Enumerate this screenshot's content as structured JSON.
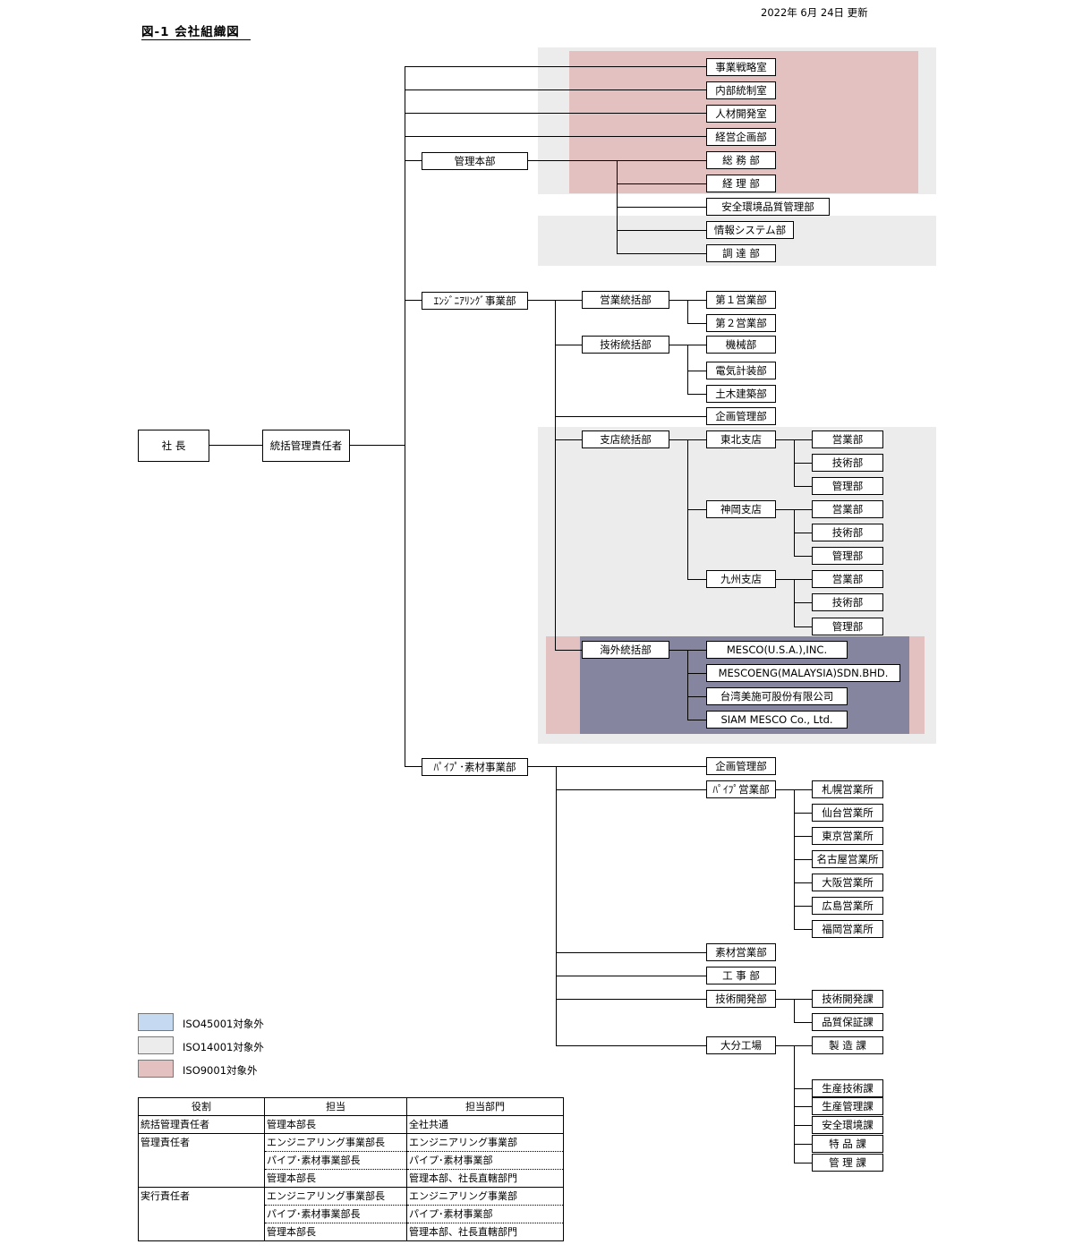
{
  "header": {
    "title": "図-1 会社組織図",
    "updated": "2022年 6月 24日 更新"
  },
  "colors": {
    "iso45001_excluded": "#c5d9f1",
    "iso14001_excluded": "#ececec",
    "iso9001_excluded": "#e4c1c1",
    "overseas_inner": "#8585a0"
  },
  "org": {
    "president": "社 長",
    "general_manager": "統括管理責任者",
    "corporate_staff": {
      "strategy": "事業戦略室",
      "internal_control": "内部統制室",
      "hr_development": "人材開発室",
      "planning": "経営企画部"
    },
    "admin": {
      "name": "管理本部",
      "general_affairs": "総 務 部",
      "accounting": "経 理 部",
      "safety_env_quality": "安全環境品質管理部",
      "info_systems": "情報システム部",
      "procurement": "調 達 部"
    },
    "engineering": {
      "name": "ｴﾝｼﾞﾆｱﾘﾝｸﾞ事業部",
      "sales_hq": "営業統括部",
      "sales_1": "第１営業部",
      "sales_2": "第２営業部",
      "tech_hq": "技術統括部",
      "mechanical": "機械部",
      "electrical": "電気計装部",
      "civil": "土木建築部",
      "planning_mgmt": "企画管理部",
      "branch_hq": "支店統括部",
      "tohoku": "東北支店",
      "kobe": "神岡支店",
      "kyushu": "九州支店",
      "branch_sales": "営業部",
      "branch_tech": "技術部",
      "branch_admin": "管理部",
      "overseas_hq": "海外統括部",
      "usa": "MESCO(U.S.A.),INC.",
      "malaysia": "MESCOENG(MALAYSIA)SDN.BHD.",
      "taiwan": "台湾美施可股份有限公司",
      "siam": "SIAM MESCO Co., Ltd."
    },
    "pipe": {
      "name": "ﾊﾟｲﾌﾟ･素材事業部",
      "planning_mgmt": "企画管理部",
      "pipe_sales": "ﾊﾟｲﾌﾟ営業部",
      "offices": [
        "札幌営業所",
        "仙台営業所",
        "東京営業所",
        "名古屋営業所",
        "大阪営業所",
        "広島営業所",
        "福岡営業所"
      ],
      "material_sales": "素材営業部",
      "construction": "工 事 部",
      "tech_dev": "技術開発部",
      "tech_dev_section": "技術開発課",
      "qa_section": "品質保証課",
      "oita_plant": "大分工場",
      "manufacturing": "製 造 課",
      "plant_sections": [
        "生産技術課",
        "生産管理課",
        "安全環境課",
        "特 品 課",
        "管 理 課"
      ]
    }
  },
  "legend": [
    {
      "label": "ISO45001対象外"
    },
    {
      "label": "ISO14001対象外"
    },
    {
      "label": "ISO9001対象外"
    }
  ],
  "roles_table": {
    "headers": [
      "役割",
      "担当",
      "担当部門"
    ],
    "rows": [
      [
        "統括管理責任者",
        "管理本部長",
        "全社共通"
      ],
      [
        "管理責任者",
        "エンジニアリング事業部長",
        "エンジニアリング事業部"
      ],
      [
        "",
        "パイプ･素材事業部長",
        "パイプ･素材事業部"
      ],
      [
        "",
        "管理本部長",
        "管理本部、社長直轄部門"
      ],
      [
        "実行責任者",
        "エンジニアリング事業部長",
        "エンジニアリング事業部"
      ],
      [
        "",
        "パイプ･素材事業部長",
        "パイプ･素材事業部"
      ],
      [
        "",
        "管理本部長",
        "管理本部、社長直轄部門"
      ]
    ]
  }
}
